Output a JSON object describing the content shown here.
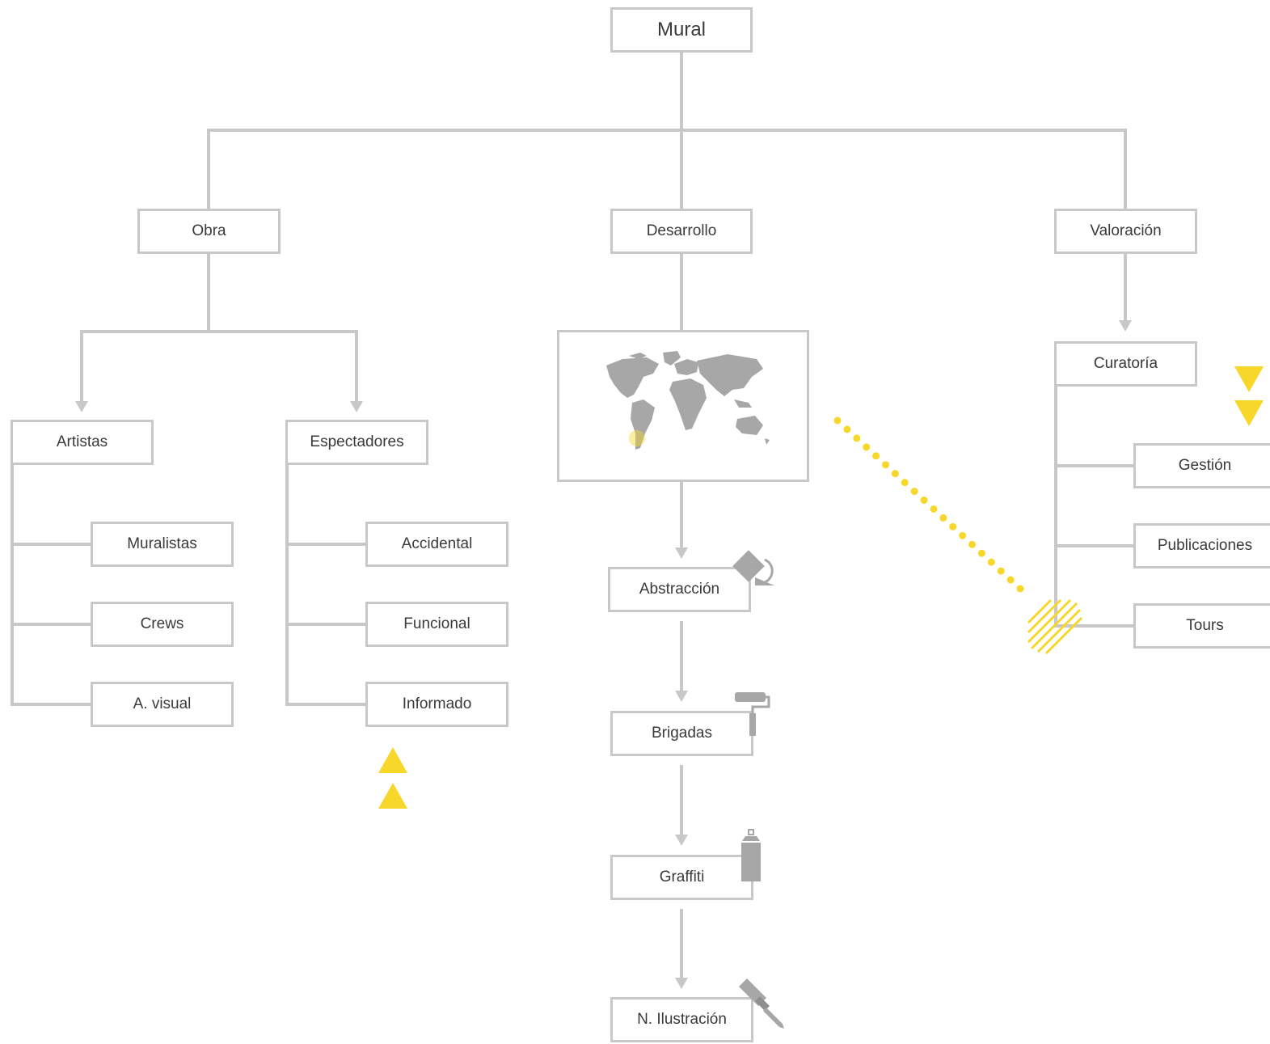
{
  "diagram": {
    "type": "hierarchy",
    "colors": {
      "line": "#c8c8c8",
      "node_border": "#c8c8c8",
      "text": "#3a3a3a",
      "accent": "#f6d72a",
      "icon": "#a7a7a7"
    },
    "root": {
      "label": "Mural"
    },
    "branches": {
      "obra": {
        "label": "Obra",
        "artistas": {
          "label": "Artistas",
          "items": [
            "Muralistas",
            "Crews",
            "A. visual"
          ]
        },
        "espectadores": {
          "label": "Espectadores",
          "items": [
            "Accidental",
            "Funcional",
            "Informado"
          ]
        }
      },
      "desarrollo": {
        "label": "Desarrollo",
        "map_icon": "world-map-icon",
        "steps": [
          {
            "label": "Abstracción",
            "icon": "paint-bucket-icon"
          },
          {
            "label": "Brigadas",
            "icon": "paint-roller-icon"
          },
          {
            "label": "Graffiti",
            "icon": "spray-can-icon"
          },
          {
            "label": "N. Ilustración",
            "icon": "paintbrush-icon"
          }
        ]
      },
      "valoracion": {
        "label": "Valoración",
        "curatoria": {
          "label": "Curatoría",
          "items": [
            "Gestión",
            "Publicaciones",
            "Tours"
          ]
        }
      }
    },
    "decorations": [
      "yellow-triangle-up-icon",
      "yellow-triangle-down-icon",
      "yellow-dotted-line",
      "yellow-hatch-icon"
    ]
  }
}
